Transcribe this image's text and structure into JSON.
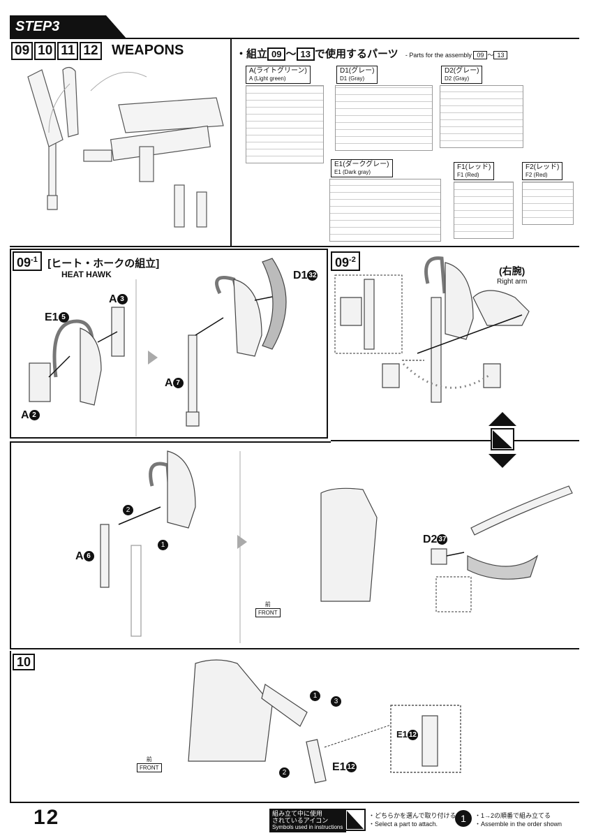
{
  "step": {
    "label": "STEP3"
  },
  "weapons_header": {
    "nums": [
      "09",
      "10",
      "11",
      "12"
    ],
    "title": "WEAPONS"
  },
  "parts_section": {
    "title_prefix": "・組立",
    "range_start": "09",
    "range_sep": "〜",
    "range_end": "13",
    "title_suffix": "で使用するパーツ",
    "en_prefix": "- Parts for the assembly",
    "en_start": "09",
    "en_sep": "〜",
    "en_end": "13",
    "sprues": [
      {
        "id": "A",
        "jp": "A(ライトグリーン)",
        "en": "A (Light green)"
      },
      {
        "id": "D1",
        "jp": "D1(グレー)",
        "en": "D1 (Gray)"
      },
      {
        "id": "D2",
        "jp": "D2(グレー)",
        "en": "D2 (Gray)"
      },
      {
        "id": "E1",
        "jp": "E1(ダークグレー)",
        "en": "E1 (Dark gray)"
      },
      {
        "id": "F1",
        "jp": "F1(レッド)",
        "en": "F1 (Red)"
      },
      {
        "id": "F2",
        "jp": "F2(レッド)",
        "en": "F2 (Red)"
      }
    ]
  },
  "step_09_1": {
    "num": "09",
    "sub": "-1",
    "title_jp": "[ヒート・ホークの組立]",
    "title_en": "HEAT HAWK",
    "labels": {
      "a3": "A",
      "a3n": "3",
      "e15": "E1",
      "e15n": "5",
      "a2": "A",
      "a2n": "2",
      "a7": "A",
      "a7n": "7",
      "d132": "D1",
      "d132n": "32"
    }
  },
  "step_09_2": {
    "num": "09",
    "sub": "-2",
    "right_arm_jp": "(右腕)",
    "right_arm_en": "Right arm"
  },
  "step_09_3": {
    "a6": "A",
    "a6n": "6",
    "d237": "D2",
    "d237n": "37",
    "n2": "2",
    "n1": "1",
    "front_jp": "前",
    "front_en": "FRONT"
  },
  "step_10": {
    "num": "10",
    "e112": "E1",
    "e112n": "12",
    "e112b": "E1",
    "e112bn": "12",
    "n1": "1",
    "n2": "2",
    "n3": "3",
    "front_jp": "前",
    "front_en": "FRONT"
  },
  "footer": {
    "page": "12",
    "icons_jp_1": "組み立て中に使用",
    "icons_jp_2": "されているアイコン",
    "icons_en": "Symbols used in instructions",
    "sel_jp": "・どちらかを選んで取り付ける",
    "sel_en": "・Select a part to attach.",
    "order_num": "1",
    "order_jp": "・1→2の順番で組み立てる",
    "order_en": "・Assemble in the order shown"
  }
}
